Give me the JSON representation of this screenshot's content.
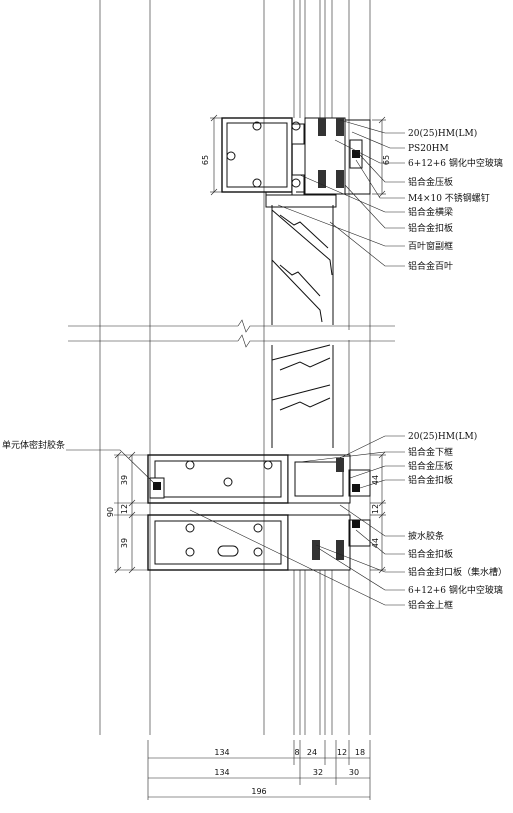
{
  "labels_top": [
    "20(25)HM(LM)",
    "PS20HM",
    "6+12+6 钢化中空玻璃",
    "铝合金压板",
    "M4×10 不锈钢螺钉",
    "铝合金横梁",
    "铝合金扣板",
    "百叶窗副框",
    "铝合金百叶"
  ],
  "labels_bottom": [
    "20(25)HM(LM)",
    "铝合金下框",
    "铝合金压板",
    "铝合金扣板",
    "披水胶条",
    "铝合金扣板",
    "铝合金封口板（集水槽）",
    "6+12+6 钢化中空玻璃",
    "铝合金上框"
  ],
  "label_left": "单元体密封胶条",
  "dims": {
    "top_65_left": "65",
    "top_65_right": "65",
    "d39a": "39",
    "d12": "12",
    "d39b": "39",
    "d90": "90",
    "r44a": "44",
    "r12": "12",
    "r44b": "44",
    "b134a": "134",
    "b8": "8",
    "b24": "24",
    "b12": "12",
    "b18": "18",
    "b134b": "134",
    "b32": "32",
    "b30": "30",
    "b196": "196"
  }
}
